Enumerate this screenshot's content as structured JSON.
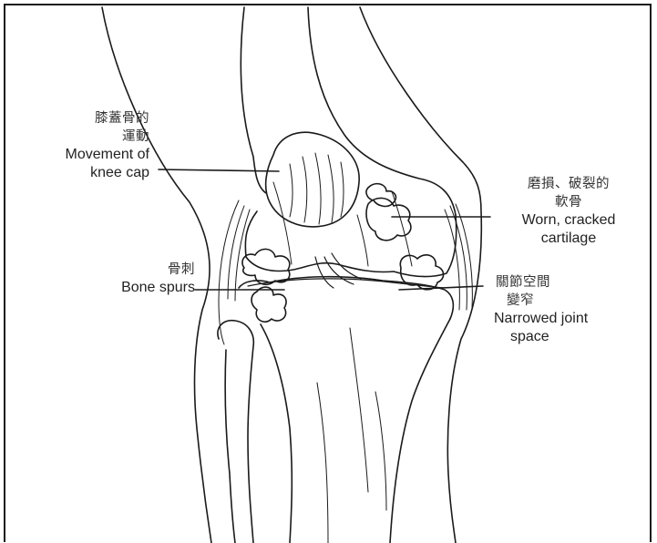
{
  "labels": {
    "kneecap": {
      "zh_line1": "膝蓋骨的",
      "zh_line2": "運動",
      "en_line1": "Movement of",
      "en_line2": "knee cap"
    },
    "cartilage": {
      "zh_line1": "磨損、破裂的",
      "zh_line2": "軟骨",
      "en_line1": "Worn, cracked",
      "en_line2": "cartilage"
    },
    "spurs": {
      "zh": "骨刺",
      "en": "Bone spurs"
    },
    "joint": {
      "zh_line1": "關節空間",
      "zh_line2": "變窄",
      "en_line1": "Narrowed joint",
      "en_line2": "space"
    }
  },
  "colors": {
    "ink": "#1a1a1a",
    "text": "#222222",
    "background": "#ffffff"
  }
}
